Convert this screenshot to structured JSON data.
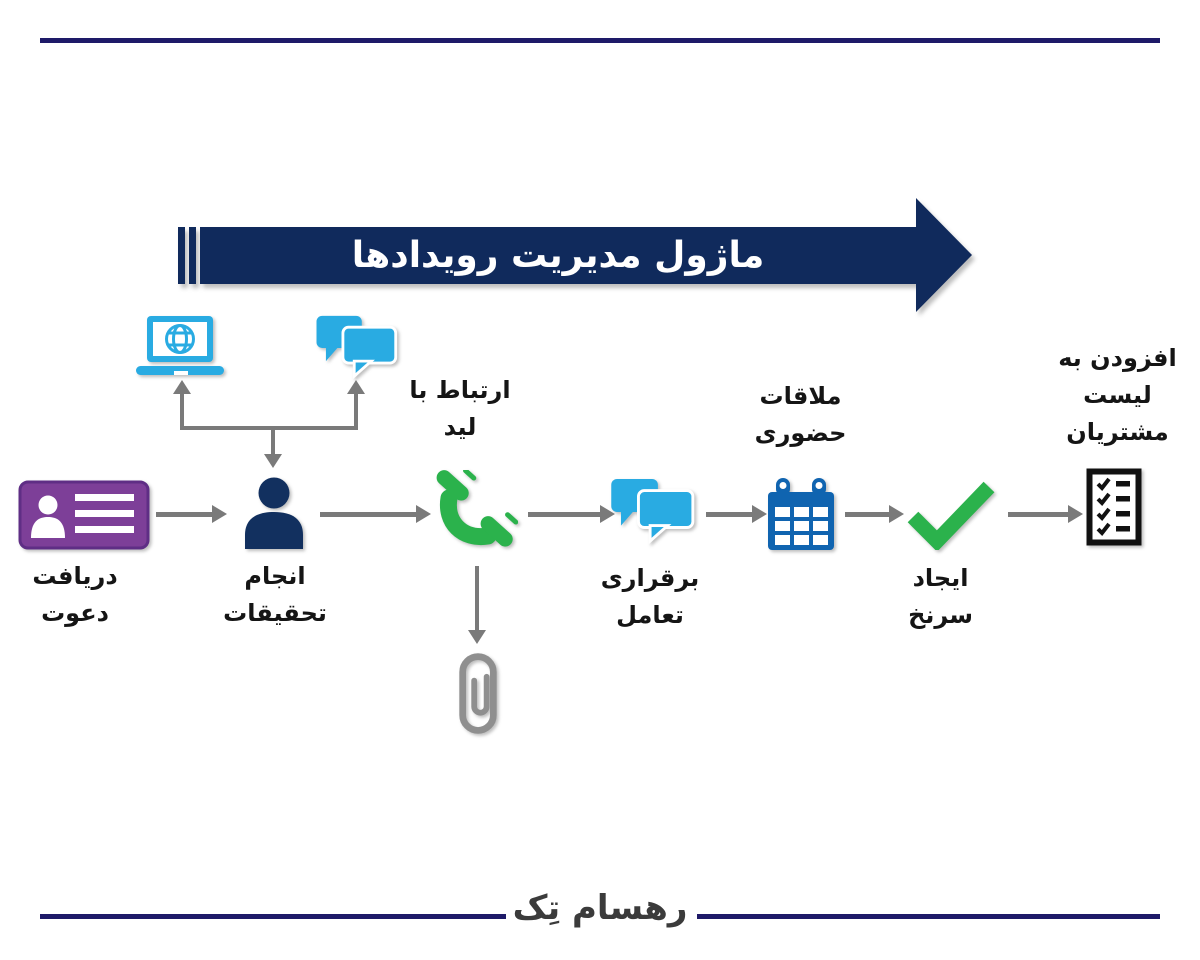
{
  "banner": {
    "title": "ماژول مدیریت رویدادها",
    "color": "#102a5c",
    "text_color": "#ffffff"
  },
  "steps": [
    {
      "name": "receive-invitation",
      "icon": "id-card-icon",
      "lines": [
        "دریافت",
        "دعوت"
      ]
    },
    {
      "name": "conduct-research",
      "icon": "person-icon",
      "lines": [
        "انجام",
        "تحقیقات"
      ]
    },
    {
      "name": "contact-lead",
      "icon": "phone-icon",
      "lines": [
        "ارتباط با",
        "لید"
      ]
    },
    {
      "name": "establish-interaction",
      "icon": "chat-bubbles-icon",
      "lines": [
        "برقراری",
        "تعامل"
      ]
    },
    {
      "name": "in-person-meeting",
      "icon": "calendar-icon",
      "lines": [
        "ملاقات",
        "حضوری"
      ]
    },
    {
      "name": "create-lead",
      "icon": "checkmark-icon",
      "lines": [
        "ایجاد",
        "سرنخ"
      ]
    },
    {
      "name": "add-to-customer-list",
      "icon": "checklist-icon",
      "lines": [
        "افزودن به",
        "لیست",
        "مشتریان"
      ]
    }
  ],
  "research_tools": [
    {
      "name": "laptop-globe-icon"
    },
    {
      "name": "chat-bubbles-icon"
    }
  ],
  "attachment": {
    "name": "paperclip-icon"
  },
  "footer": {
    "logo_text": "رهسام تِک"
  },
  "colors": {
    "navy": "#102a5c",
    "purple": "#7d3f98",
    "cyan": "#29abe2",
    "green": "#2bb24c",
    "calendar_blue": "#1064b0",
    "arrow_gray": "#7a7a7a",
    "rule_navy": "#1e1a68",
    "black": "#151515"
  }
}
